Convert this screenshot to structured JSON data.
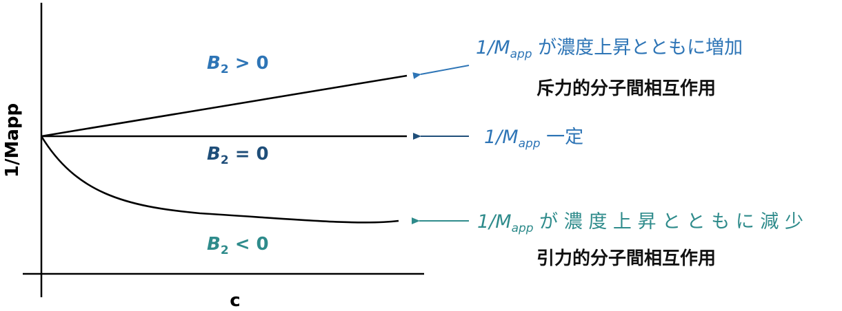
{
  "axes": {
    "y_label": "1/Mapp",
    "x_label": "c"
  },
  "colors": {
    "blue": "#2e75b6",
    "dark_blue": "#1f4e79",
    "teal": "#2e8b8b",
    "black": "#000000"
  },
  "regions": {
    "positive": {
      "b_letter": "B",
      "b_sub": "2",
      "relation": " > 0"
    },
    "zero": {
      "b_letter": "B",
      "b_sub": "2",
      "relation": " = 0"
    },
    "negative": {
      "b_letter": "B",
      "b_sub": "2",
      "relation": " < 0"
    }
  },
  "annotations": {
    "increase": {
      "prefix": "1/",
      "m": "M",
      "sub": "app",
      "suffix": " が濃度上昇とともに増加",
      "description": "斥力的分子間相互作用"
    },
    "constant": {
      "prefix": "1/",
      "m": "M",
      "sub": "app",
      "suffix": " 一定"
    },
    "decrease": {
      "prefix": "1/",
      "m": "M",
      "sub": "app",
      "suffix": " が 濃 度 上 昇 と と も に 減 少",
      "description": "引力的分子間相互作用"
    }
  }
}
